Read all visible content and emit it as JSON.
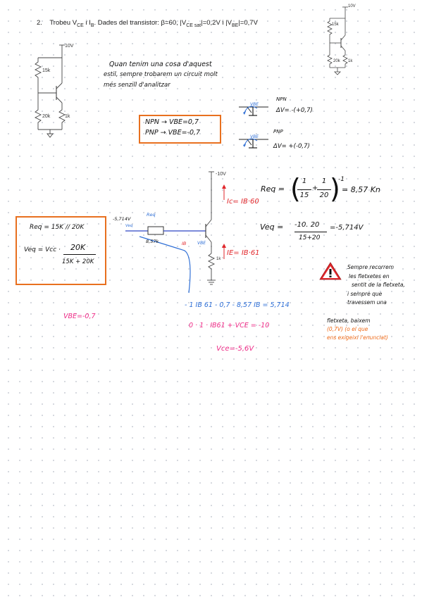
{
  "problem": {
    "number": "2.",
    "text": "Trobeu V",
    "sub_ce": "CE",
    "and1": " i I",
    "sub_b": "B",
    "rest": ". Dades del transistor: β=60, |V",
    "sub_cesat": "CE sat",
    "rest2": "|=0,2V i |V",
    "sub_be": "BE",
    "rest3": "|=0,7V"
  },
  "circuit_labels": {
    "vcc": "10V",
    "r1": "15k",
    "r2": "20k",
    "re": "1k"
  },
  "note_top": {
    "line1": "Quan tenim una cosa d'aquest",
    "line2": "estil, sempre trobarem un circuit molt",
    "line3": "més senzill d'analitzar"
  },
  "vbe_box": {
    "npn": "NPN → VBE=0,7",
    "pnp": "PNP → VBE=-0,7"
  },
  "transistor_symbols": {
    "npn_title": "NPN",
    "npn_eq": "ΔV= -(+0,7)",
    "pnp_title": "PNP",
    "pnp_eq": "ΔV= +(-0,7)",
    "vbe_tag": "VBE"
  },
  "main_circuit": {
    "vcc": "-10V",
    "veq": "-5,714V",
    "req_label": "Req",
    "veq_label": "Veq",
    "req_value": "8,57k",
    "ib_label": "IB",
    "vbe_label": "VBE",
    "ic_label": "Ic= IB·60",
    "ie_label": "IE= IB·61",
    "re": "1k"
  },
  "req_formula": {
    "lhs": "Req =",
    "n1": "1",
    "d1": "15",
    "n2": "1",
    "d2": "20",
    "exp": "-1",
    "result": "= 8,57 Kn"
  },
  "veq_formula": {
    "lhs": "Veq =",
    "num": "-10. 20",
    "den": "15+20",
    "result": "=-5,714V"
  },
  "left_box": {
    "line1": "Req = 15K // 20K",
    "line2_lhs": "Veq = Vcc ·",
    "num": "20K",
    "den": "15K + 20K"
  },
  "warning": {
    "line1": "Sempre recorrem",
    "line2": "les fletxetes en",
    "line3": "sentit de la fletxeta,",
    "line4": "i sempre que",
    "line5": "travessem una",
    "line6": "fletxeta, baixem",
    "line7": "(0,7V) (o el que",
    "line8": "ens exigeixi l'enunciat)"
  },
  "equations": {
    "kvl": "- 1 IB 61 - 0,7 - 8,57 IB = 5,714",
    "vbe": "VBE=-0,7",
    "vce_eq": "0 · 1 · IB61 + VCE = -10",
    "vce_result": "Vce=-5,6V"
  },
  "colors": {
    "orange_box": "#e8701f",
    "red": "#e1262a",
    "blue": "#2f6fd6",
    "magenta": "#ee2a86"
  }
}
